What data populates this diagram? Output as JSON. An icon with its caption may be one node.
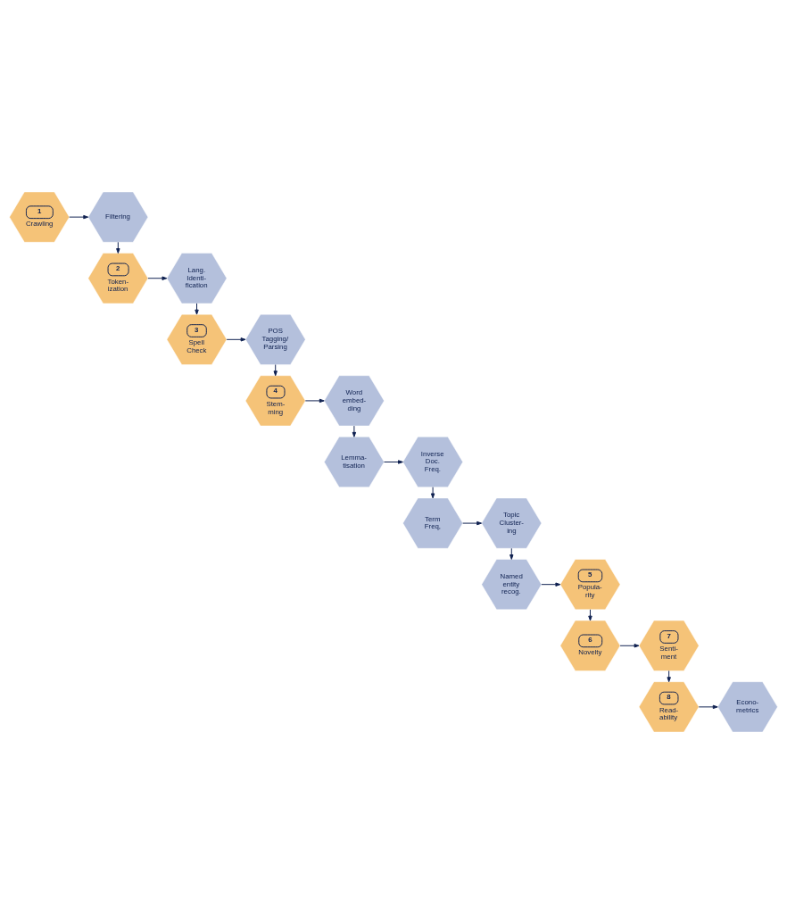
{
  "diagram": {
    "nodes": [
      {
        "text": [
          "1",
          "Crawling"
        ]
      },
      {
        "text": [
          "Filtering"
        ]
      },
      {
        "text": [
          "2",
          "Token- ization"
        ]
      },
      {
        "text": [
          "Lang. Identi- fication"
        ]
      },
      {
        "text": [
          "3",
          "Spell Check"
        ]
      },
      {
        "text": [
          "POS Tagging/ Parsing"
        ]
      },
      {
        "text": [
          "4",
          "Stem- ming"
        ]
      },
      {
        "text": [
          "Word embed- ding"
        ]
      },
      {
        "text": [
          "Lemma- tisation"
        ]
      },
      {
        "text": [
          "Inverse Doc. Freq."
        ]
      },
      {
        "text": [
          "Term Freq,"
        ]
      },
      {
        "text": [
          "Topic Cluster- ing"
        ]
      },
      {
        "text": [
          "Named entity recog."
        ]
      },
      {
        "text": [
          "5",
          "Popula- rity"
        ]
      },
      {
        "text": [
          "6",
          "Novelty"
        ]
      },
      {
        "text": [
          "7",
          "Senti- ment"
        ]
      },
      {
        "text": [
          "8",
          "Read- ability"
        ]
      },
      {
        "text": [
          "Econo- metrics"
        ]
      }
    ],
    "edges": [
      {
        "from": 0,
        "to": 1,
        "arrow": "to"
      },
      {
        "from": 1,
        "to": 2,
        "arrow": "to"
      },
      {
        "from": 2,
        "to": 3,
        "arrow": "to"
      },
      {
        "from": 3,
        "to": 4,
        "arrow": "to"
      },
      {
        "from": 4,
        "to": 5,
        "arrow": "to"
      },
      {
        "from": 5,
        "to": 6,
        "arrow": "to"
      },
      {
        "from": 6,
        "to": 7,
        "arrow": "to"
      },
      {
        "from": 7,
        "to": 8,
        "arrow": "to"
      },
      {
        "from": 8,
        "to": 9,
        "arrow": "to"
      },
      {
        "from": 9,
        "to": 10,
        "arrow": "to"
      },
      {
        "from": 10,
        "to": 11,
        "arrow": "to"
      },
      {
        "from": 11,
        "to": 12,
        "arrow": "to"
      },
      {
        "from": 12,
        "to": 13,
        "arrow": "to"
      },
      {
        "from": 13,
        "to": 14,
        "arrow": "to"
      },
      {
        "from": 14,
        "to": 15,
        "arrow": "to"
      },
      {
        "from": 15,
        "to": 16,
        "arrow": "to"
      },
      {
        "from": 16,
        "to": 17,
        "arrow": "to"
      }
    ]
  }
}
